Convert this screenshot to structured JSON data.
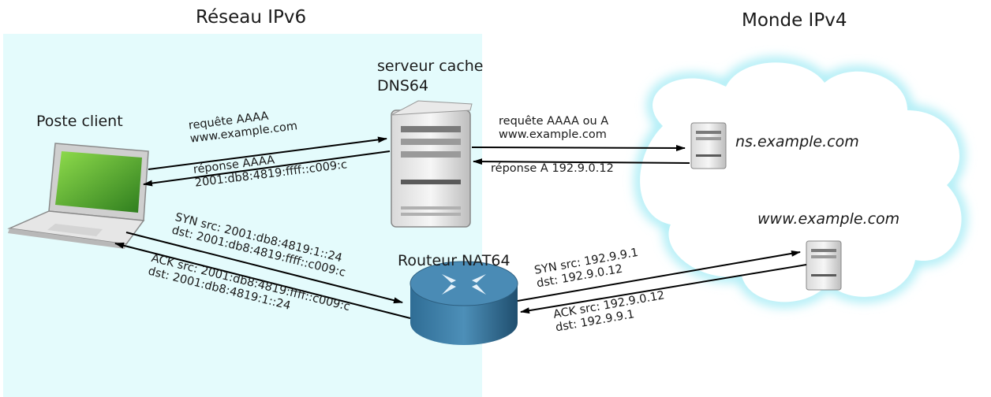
{
  "zones": {
    "ipv6_title": "Réseau IPv6",
    "ipv4_title": "Monde IPv4"
  },
  "nodes": {
    "client": "Poste client",
    "dns64_line1": "serveur cache",
    "dns64_line2": "DNS64",
    "nat64": "Routeur NAT64",
    "ns_server": "ns.example.com",
    "www_server": "www.example.com"
  },
  "messages": {
    "aaaa_request": "requête AAAA\nwww.example.com",
    "aaaa_response": "réponse AAAA\n2001:db8:4819:ffff::c009:c",
    "upstream_request": "requête AAAA ou A\nwww.example.com",
    "upstream_response": "réponse A 192.9.0.12",
    "syn_v6": "SYN src: 2001:db8:4819:1::24\ndst: 2001:db8:4819:ffff::c009:c",
    "ack_v6": "ACK src: 2001:db8:4819:ffff::c009:c\ndst: 2001:db8:4819:1::24",
    "syn_v4": "SYN src: 192.9.9.1\ndst: 192.9.0.12",
    "ack_v4": "ACK src: 192.9.0.12\ndst: 192.9.9.1"
  },
  "colors": {
    "ipv6_zone": "#e4fbfc",
    "cloud_glow": "#9eeaf4",
    "router_body": "#2f6d95",
    "arrow": "#000000"
  }
}
